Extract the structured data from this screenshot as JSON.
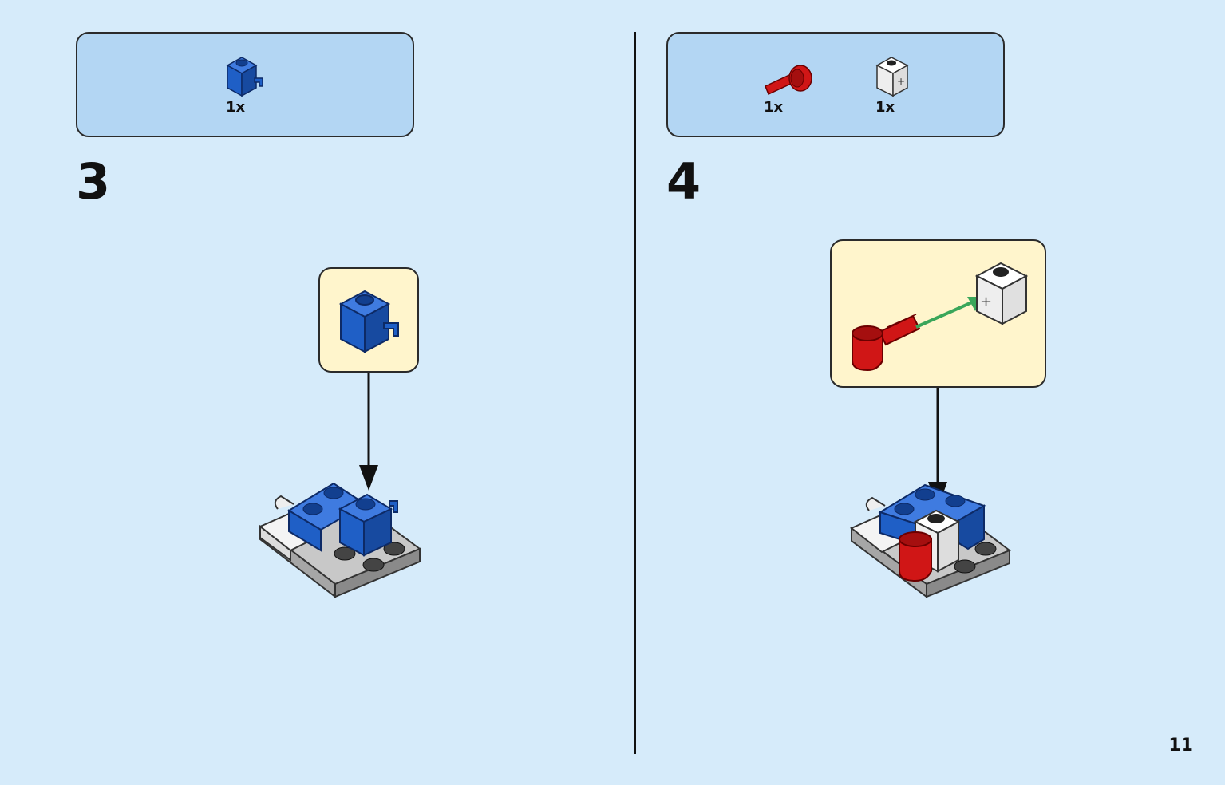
{
  "page": {
    "number": "11"
  },
  "colors": {
    "background": "#d6ebfa",
    "parts_box": "#b3d6f3",
    "callout": "#fff5cc",
    "lego_blue": "#1f5fc6",
    "lego_red": "#d01616",
    "lego_white": "#f4f4f4",
    "lego_gray": "#a6a6a6",
    "arrow_green": "#3aa65a"
  },
  "steps": [
    {
      "number": "3",
      "parts": [
        {
          "icon": "blue-brick-with-clip-icon",
          "qty": "1x"
        }
      ]
    },
    {
      "number": "4",
      "parts": [
        {
          "icon": "red-cup-with-axle-icon",
          "qty": "1x"
        },
        {
          "icon": "white-brick-with-axle-hole-icon",
          "qty": "1x"
        }
      ]
    }
  ]
}
